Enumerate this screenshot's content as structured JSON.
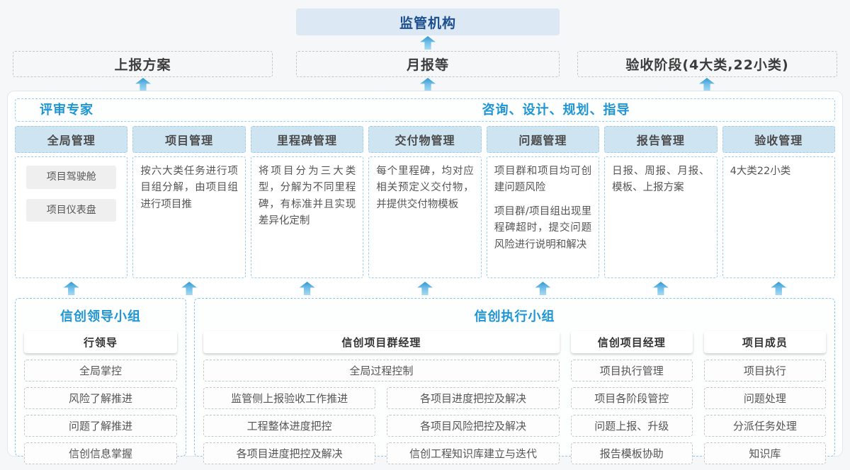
{
  "colors": {
    "accent_blue": "#1e95d4",
    "dark_blue": "#1b4e8f",
    "regulator_bg": "#dde8f5",
    "column_header_bg": "#cfe4f1",
    "dashed_blue_border": "#9ccdea",
    "dashed_gray_border": "#c6c6c6",
    "arrow_blue": "#2f97d4"
  },
  "top": {
    "regulator_label": "监管机构"
  },
  "reports_row": {
    "plan": "上报方案",
    "monthly": "月报等",
    "acceptance": "验收阶段(4大类,22小类)"
  },
  "platform": {
    "expert_label": "评审专家",
    "advisory_label": "咨询、设计、规划、指导",
    "columns": [
      {
        "title": "全局管理",
        "pills": [
          "项目驾驶舱",
          "项目仪表盘"
        ]
      },
      {
        "title": "项目管理",
        "paragraphs": [
          "按六大类任务进行项目组分解，由项目组进行项目推"
        ]
      },
      {
        "title": "里程碑管理",
        "paragraphs": [
          "将项目分为三大类型，分解为不同里程碑，有标准并且实现差异化定制"
        ]
      },
      {
        "title": "交付物管理",
        "paragraphs": [
          "每个里程碑，均对应相关预定义交付物，并提供交付物模板"
        ]
      },
      {
        "title": "问题管理",
        "paragraphs": [
          "项目群和项目均可创建问题风险",
          "项目群/项目组出现里程碑超时，提交问题风险进行说明和解决"
        ]
      },
      {
        "title": "报告管理",
        "paragraphs": [
          "日报、周报、月报、模板、上报方案"
        ]
      },
      {
        "title": "验收管理",
        "paragraphs": [
          "4大类22小类"
        ]
      }
    ]
  },
  "bottom": {
    "leader_group": {
      "title": "信创领导小组",
      "role": "行领导",
      "items": [
        "全局掌控",
        "风险了解推进",
        "问题了解推进",
        "信创信息掌握"
      ]
    },
    "exec_group": {
      "title": "信创执行小组",
      "pm_group": {
        "role": "信创项目群经理",
        "full_item": "全局过程控制",
        "left_items": [
          "监管侧上报验收工作推进",
          "工程整体进度把控",
          "各项目进度把控及解决"
        ],
        "right_items": [
          "各项目进度把控及解决",
          "各项目风险把控及解决",
          "信创工程知识库建立与迭代"
        ]
      },
      "project_manager": {
        "role": "信创项目经理",
        "items": [
          "项目执行管理",
          "项目各阶段管控",
          "问题上报、升级",
          "报告模板协助"
        ]
      },
      "member": {
        "role": "项目成员",
        "items": [
          "项目执行",
          "问题处理",
          "分派任务处理",
          "知识库"
        ]
      }
    }
  }
}
